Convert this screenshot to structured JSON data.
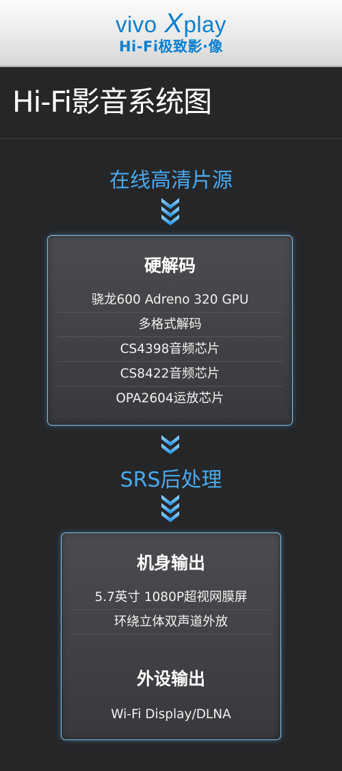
{
  "header": {
    "brand_left": "vivo",
    "brand_x": "X",
    "brand_right": "play",
    "tagline": "Hi-Fi极致影·像"
  },
  "page_title": "Hi-Fi影音系统图",
  "source_label": "在线高清片源",
  "decoder_box": {
    "heading": "硬解码",
    "items": [
      "骁龙600 Adreno 320 GPU",
      "多格式解码",
      "CS4398音频芯片",
      "CS8422音频芯片",
      "OPA2604运放芯片"
    ]
  },
  "srs_label": "SRS后处理",
  "output_box": {
    "device_heading": "机身输出",
    "device_items": [
      "5.7英寸 1080P超视网膜屏",
      "环绕立体双声道外放"
    ],
    "external_heading": "外设输出",
    "external_items": [
      "Wi-Fi Display/DLNA"
    ]
  },
  "colors": {
    "accent": "#48a9ee",
    "brand": "#0a7fd0",
    "background": "#252628"
  },
  "icons": [
    "chevron-down-icon"
  ]
}
